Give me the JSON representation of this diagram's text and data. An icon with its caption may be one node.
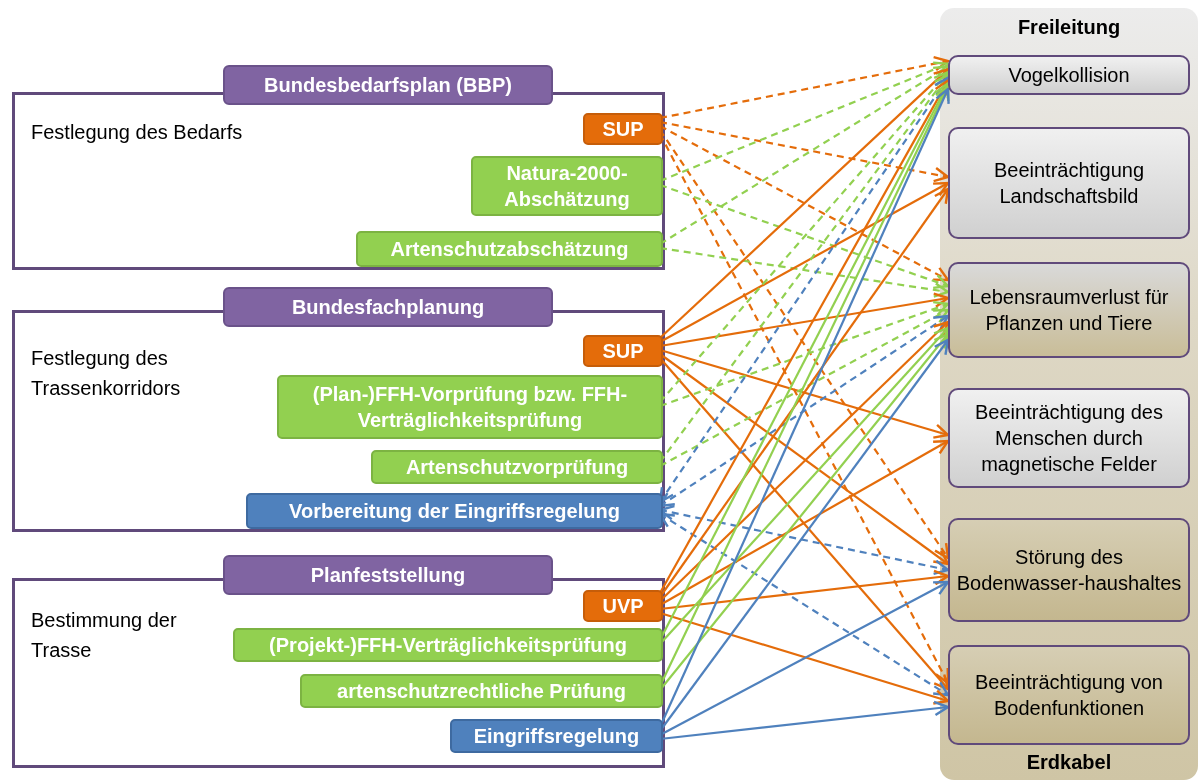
{
  "diagram": {
    "nodes": [
      {
        "text": [
          "Bundesbedarfsplan (BBP)",
          "Festlegung des Bedarfs"
        ]
      },
      {
        "text": [
          "SUP"
        ],
        "in": 0
      },
      {
        "text": [
          "Natura-2000-Abschätzung"
        ],
        "in": 0
      },
      {
        "text": [
          "Artenschutzabschätzung"
        ],
        "in": 0
      },
      {
        "text": [
          "Bundesfachplanung",
          "Festlegung des Trassenkorridors"
        ]
      },
      {
        "text": [
          "SUP"
        ],
        "in": 4
      },
      {
        "text": [
          "(Plan-)FFH-Vorprüfung bzw. FFH-Verträglichkeitsprüfung"
        ],
        "in": 4
      },
      {
        "text": [
          "Artenschutzvorprüfung"
        ],
        "in": 4
      },
      {
        "text": [
          "Vorbereitung der Eingriffsregelung"
        ],
        "in": 4
      },
      {
        "text": [
          "Planfeststellung",
          "Bestimmung der Trasse"
        ]
      },
      {
        "text": [
          "UVP"
        ],
        "in": 9
      },
      {
        "text": [
          "(Projekt-)FFH-Verträglichkeitsprüfung"
        ],
        "in": 9
      },
      {
        "text": [
          "artenschutzrechtliche Prüfung"
        ],
        "in": 9
      },
      {
        "text": [
          "Eingriffsregelung"
        ],
        "in": 9
      },
      {
        "text": [
          "Freileitung",
          "Erdkabel"
        ]
      },
      {
        "text": [
          "Vogelkollision"
        ],
        "in": 14
      },
      {
        "text": [
          "Beeinträchtigung Landschaftsbild"
        ],
        "in": 14
      },
      {
        "text": [
          "Lebensraumverlust für Pflanzen und Tiere"
        ],
        "in": 14
      },
      {
        "text": [
          "Beeinträchtigung des Menschen durch magnetische Felder"
        ],
        "in": 14
      },
      {
        "text": [
          "Störung des Bodenwasser-haushaltes"
        ],
        "in": 14
      },
      {
        "text": [
          "Beeinträchtigung von Bodenfunktionen"
        ],
        "in": 14
      }
    ],
    "edges": [
      {
        "from": 1,
        "to": 15,
        "arrow": "to",
        "style": "dashed",
        "color": "#e46c0a"
      },
      {
        "from": 1,
        "to": 16,
        "arrow": "to",
        "style": "dashed",
        "color": "#e46c0a"
      },
      {
        "from": 1,
        "to": 17,
        "arrow": "to",
        "style": "dashed",
        "color": "#e46c0a"
      },
      {
        "from": 1,
        "to": 19,
        "arrow": "to",
        "style": "dashed",
        "color": "#e46c0a"
      },
      {
        "from": 1,
        "to": 20,
        "arrow": "to",
        "style": "dashed",
        "color": "#e46c0a"
      },
      {
        "from": 2,
        "to": 15,
        "arrow": "to",
        "style": "dashed",
        "color": "#92d050"
      },
      {
        "from": 2,
        "to": 17,
        "arrow": "to",
        "style": "dashed",
        "color": "#92d050"
      },
      {
        "from": 3,
        "to": 15,
        "arrow": "to",
        "style": "dashed",
        "color": "#92d050"
      },
      {
        "from": 3,
        "to": 17,
        "arrow": "to",
        "style": "dashed",
        "color": "#92d050"
      },
      {
        "from": 5,
        "to": 15,
        "arrow": "to",
        "color": "#e46c0a"
      },
      {
        "from": 5,
        "to": 16,
        "arrow": "to",
        "color": "#e46c0a"
      },
      {
        "from": 5,
        "to": 17,
        "arrow": "to",
        "color": "#e46c0a"
      },
      {
        "from": 5,
        "to": 18,
        "arrow": "to",
        "color": "#e46c0a"
      },
      {
        "from": 5,
        "to": 19,
        "arrow": "to",
        "color": "#e46c0a"
      },
      {
        "from": 5,
        "to": 20,
        "arrow": "to",
        "color": "#e46c0a"
      },
      {
        "from": 6,
        "to": 15,
        "arrow": "to",
        "style": "dashed",
        "color": "#92d050"
      },
      {
        "from": 6,
        "to": 17,
        "arrow": "to",
        "style": "dashed",
        "color": "#92d050"
      },
      {
        "from": 7,
        "to": 15,
        "arrow": "to",
        "style": "dashed",
        "color": "#92d050"
      },
      {
        "from": 7,
        "to": 17,
        "arrow": "to",
        "style": "dashed",
        "color": "#92d050"
      },
      {
        "from": 8,
        "to": 15,
        "arrow": "both",
        "style": "dashed",
        "color": "#4f81bd"
      },
      {
        "from": 8,
        "to": 17,
        "arrow": "both",
        "style": "dashed",
        "color": "#4f81bd"
      },
      {
        "from": 8,
        "to": 19,
        "arrow": "both",
        "style": "dashed",
        "color": "#4f81bd"
      },
      {
        "from": 8,
        "to": 20,
        "arrow": "both",
        "style": "dashed",
        "color": "#4f81bd"
      },
      {
        "from": 10,
        "to": 15,
        "arrow": "to",
        "color": "#e46c0a"
      },
      {
        "from": 10,
        "to": 16,
        "arrow": "to",
        "color": "#e46c0a"
      },
      {
        "from": 10,
        "to": 17,
        "arrow": "to",
        "color": "#e46c0a"
      },
      {
        "from": 10,
        "to": 18,
        "arrow": "to",
        "color": "#e46c0a"
      },
      {
        "from": 10,
        "to": 19,
        "arrow": "to",
        "color": "#e46c0a"
      },
      {
        "from": 10,
        "to": 20,
        "arrow": "to",
        "color": "#e46c0a"
      },
      {
        "from": 11,
        "to": 15,
        "arrow": "to",
        "color": "#92d050"
      },
      {
        "from": 11,
        "to": 17,
        "arrow": "to",
        "color": "#92d050"
      },
      {
        "from": 12,
        "to": 15,
        "arrow": "to",
        "color": "#92d050"
      },
      {
        "from": 12,
        "to": 17,
        "arrow": "to",
        "color": "#92d050"
      },
      {
        "from": 13,
        "to": 15,
        "arrow": "to",
        "color": "#4f81bd"
      },
      {
        "from": 13,
        "to": 17,
        "arrow": "to",
        "color": "#4f81bd"
      },
      {
        "from": 13,
        "to": 19,
        "arrow": "to",
        "color": "#4f81bd"
      },
      {
        "from": 13,
        "to": 20,
        "arrow": "to",
        "color": "#4f81bd"
      }
    ]
  }
}
